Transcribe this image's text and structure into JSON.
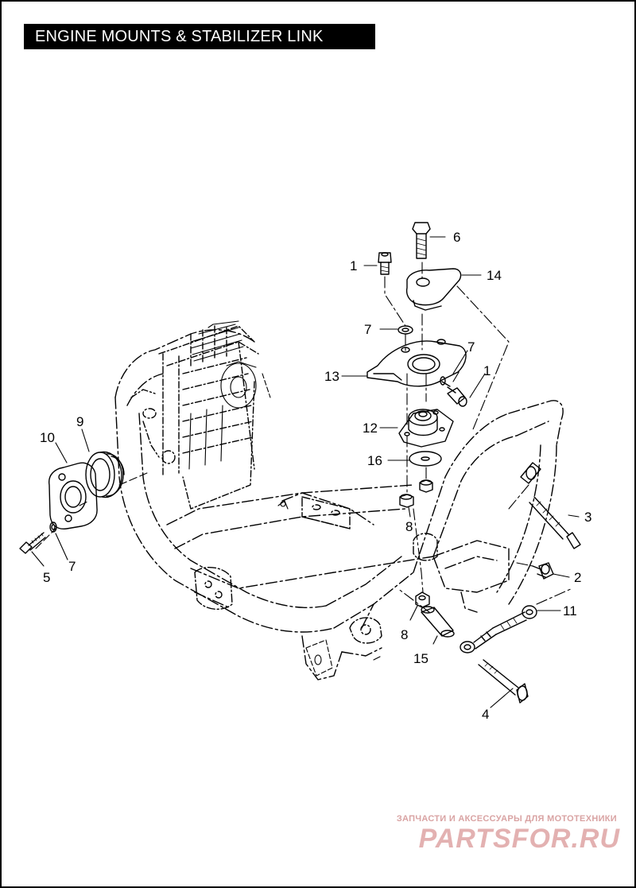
{
  "title": "ENGINE MOUNTS & STABILIZER LINK",
  "callouts": {
    "c1a": "1",
    "c1b": "1",
    "c2": "2",
    "c3": "3",
    "c4": "4",
    "c5": "5",
    "c6": "6",
    "c7a": "7",
    "c7b": "7",
    "c7c": "7",
    "c8a": "8",
    "c8b": "8",
    "c9": "9",
    "c10": "10",
    "c11": "11",
    "c12": "12",
    "c13": "13",
    "c14": "14",
    "c15": "15",
    "c16": "16"
  },
  "watermark": {
    "tagline": "ЗАПЧАСТИ И АКСЕССУАРЫ ДЛЯ МОТОТЕХНИКИ",
    "logo": "PARTSFOR.RU"
  }
}
